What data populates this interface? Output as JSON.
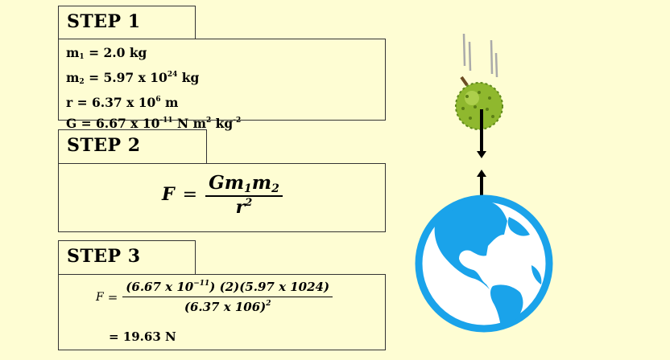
{
  "step1": {
    "label": "STEP 1",
    "m1_sym": "m",
    "m1_sub": "1",
    "m1_val": " = 2.0 kg",
    "m2_sym": "m",
    "m2_sub": "2",
    "m2_pre": " = 5.97 x 10",
    "m2_exp": "24",
    "m2_post": " kg",
    "r_pre": "r = 6.37 x 10",
    "r_exp": "6",
    "r_post": " m",
    "g_pre": "G = 6.67 x 10",
    "g_exp": "-11",
    "g_mid": " N m",
    "g_exp2": "2",
    "g_mid2": " kg",
    "g_exp3": "-2"
  },
  "step2": {
    "label": "STEP 2",
    "lhs": "F",
    "eq": "=",
    "num_g": "Gm",
    "num_s1": "1",
    "num_m": "m",
    "num_s2": "2",
    "den_r": "r",
    "den_exp": "2"
  },
  "step3": {
    "label": "STEP 3",
    "lhs": "F",
    "eq": "=",
    "numerator_a": "(6.67 x 10",
    "numerator_exp": "−11",
    "numerator_b": ") (2)(5.97 x 1024)",
    "denominator": "(6.37 x 106)",
    "denominator_exp": "2",
    "result": "= 19.63 N"
  },
  "colors": {
    "background": "#fefdd3",
    "earth": "#1aa3ea",
    "durian": "#8fb82e",
    "arrow": "#000000"
  },
  "icons": {
    "object": "durian-icon",
    "planet": "earth-globe-icon",
    "force_down": "arrow-down-icon",
    "force_up": "arrow-up-icon"
  }
}
